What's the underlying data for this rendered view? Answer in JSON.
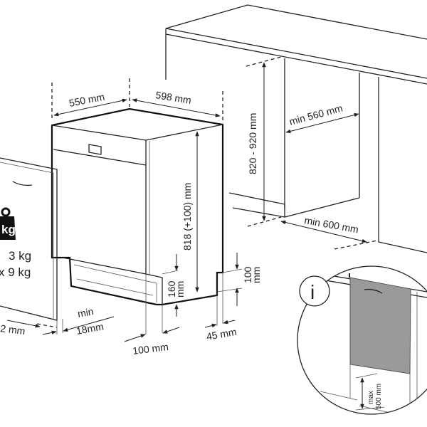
{
  "dimensions": {
    "depth": "550 mm",
    "width": "598 mm",
    "height": "818 (+100) mm",
    "niche_height": "820 - 920 mm",
    "niche_width": "min 560 mm",
    "niche_depth": "min 600 mm",
    "plinth_height_line1": "160",
    "plinth_height_line2": "mm",
    "foot_height_line1": "100",
    "foot_height_line2": "mm",
    "foot_setback": "45 mm",
    "plinth_setback": "100 mm",
    "gap_line1": "min",
    "gap_line2": "18mm",
    "door_thickness": "2 mm"
  },
  "door_weight": {
    "icon": "weight-kg-icon",
    "icon_label": "kg",
    "min": "3 kg",
    "max": "x 9 kg"
  },
  "inset": {
    "info_icon": "info-icon",
    "info_glyph": "i",
    "max_line1": "max",
    "max_line2": "500 mm",
    "panel_color": "#9a9a9a"
  }
}
